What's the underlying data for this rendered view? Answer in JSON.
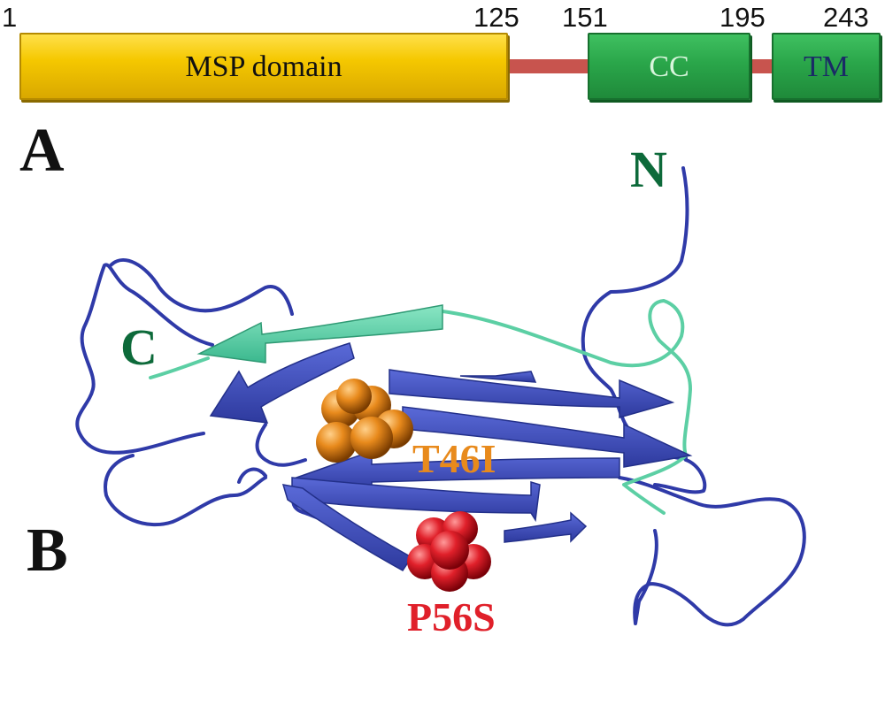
{
  "panels": {
    "a": "A",
    "b": "B"
  },
  "domain_map": {
    "positions": [
      "1",
      "125",
      "151",
      "195",
      "243"
    ],
    "domains": [
      {
        "label": "MSP domain",
        "color": "#f5c800",
        "text_color": "#111111"
      },
      {
        "label": "CC",
        "color": "#2aa64a",
        "text_color": "#d8f5dc"
      },
      {
        "label": "TM",
        "color": "#2aa64a",
        "text_color": "#1a2a66"
      }
    ],
    "linker_color": "#c8544e"
  },
  "structure": {
    "n_terminus": "N",
    "c_terminus": "C",
    "terminus_color": "#0d6a3a",
    "mutations": [
      {
        "label": "T46I",
        "color": "#e88a1c"
      },
      {
        "label": "P56S",
        "color": "#e0202a"
      }
    ],
    "ribbon_color": "#3a4ab8",
    "terminal_strand_color": "#5ccfa4"
  }
}
